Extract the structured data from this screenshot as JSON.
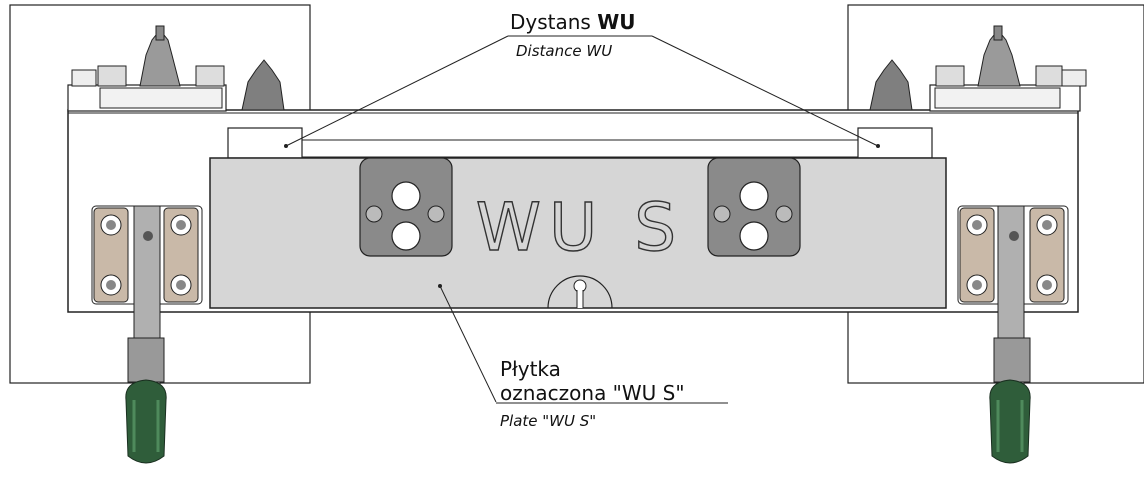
{
  "annotations": {
    "spacer": {
      "label_prefix": "Dystans ",
      "label_bold": "WU",
      "label_en": "Distance WU"
    },
    "plate": {
      "label_line1": "Płytka",
      "label_line2": "oznaczona \"WU S\"",
      "label_en": "Plate \"WU S\""
    }
  },
  "plate_marking": "WU S",
  "colors": {
    "plate_fill": "#d6d6d6",
    "block_fill": "#ffffff",
    "line": "#222222",
    "holder_fill": "#8a8a8a",
    "clamp_grip": "#2f5d3a",
    "clamp_metal": "#b0b0b0"
  }
}
